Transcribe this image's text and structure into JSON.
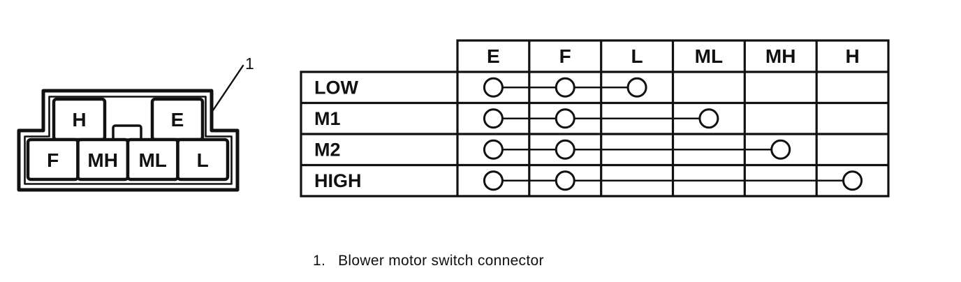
{
  "figure": {
    "callout_number": "1",
    "caption": {
      "index": "1.",
      "text": "Blower motor switch connector"
    }
  },
  "connector": {
    "pins_top": [
      "H",
      "E"
    ],
    "pins_bottom": [
      "F",
      "MH",
      "ML",
      "L"
    ]
  },
  "chart_data": {
    "type": "table",
    "columns": [
      "E",
      "F",
      "L",
      "ML",
      "MH",
      "H"
    ],
    "rows": [
      {
        "label": "LOW",
        "connected": [
          "E",
          "F",
          "L"
        ]
      },
      {
        "label": "M1",
        "connected": [
          "E",
          "F",
          "ML"
        ]
      },
      {
        "label": "M2",
        "connected": [
          "E",
          "F",
          "MH"
        ]
      },
      {
        "label": "HIGH",
        "connected": [
          "E",
          "F",
          "H"
        ]
      }
    ]
  },
  "colors": {
    "ink": "#111111",
    "paper": "#ffffff"
  }
}
